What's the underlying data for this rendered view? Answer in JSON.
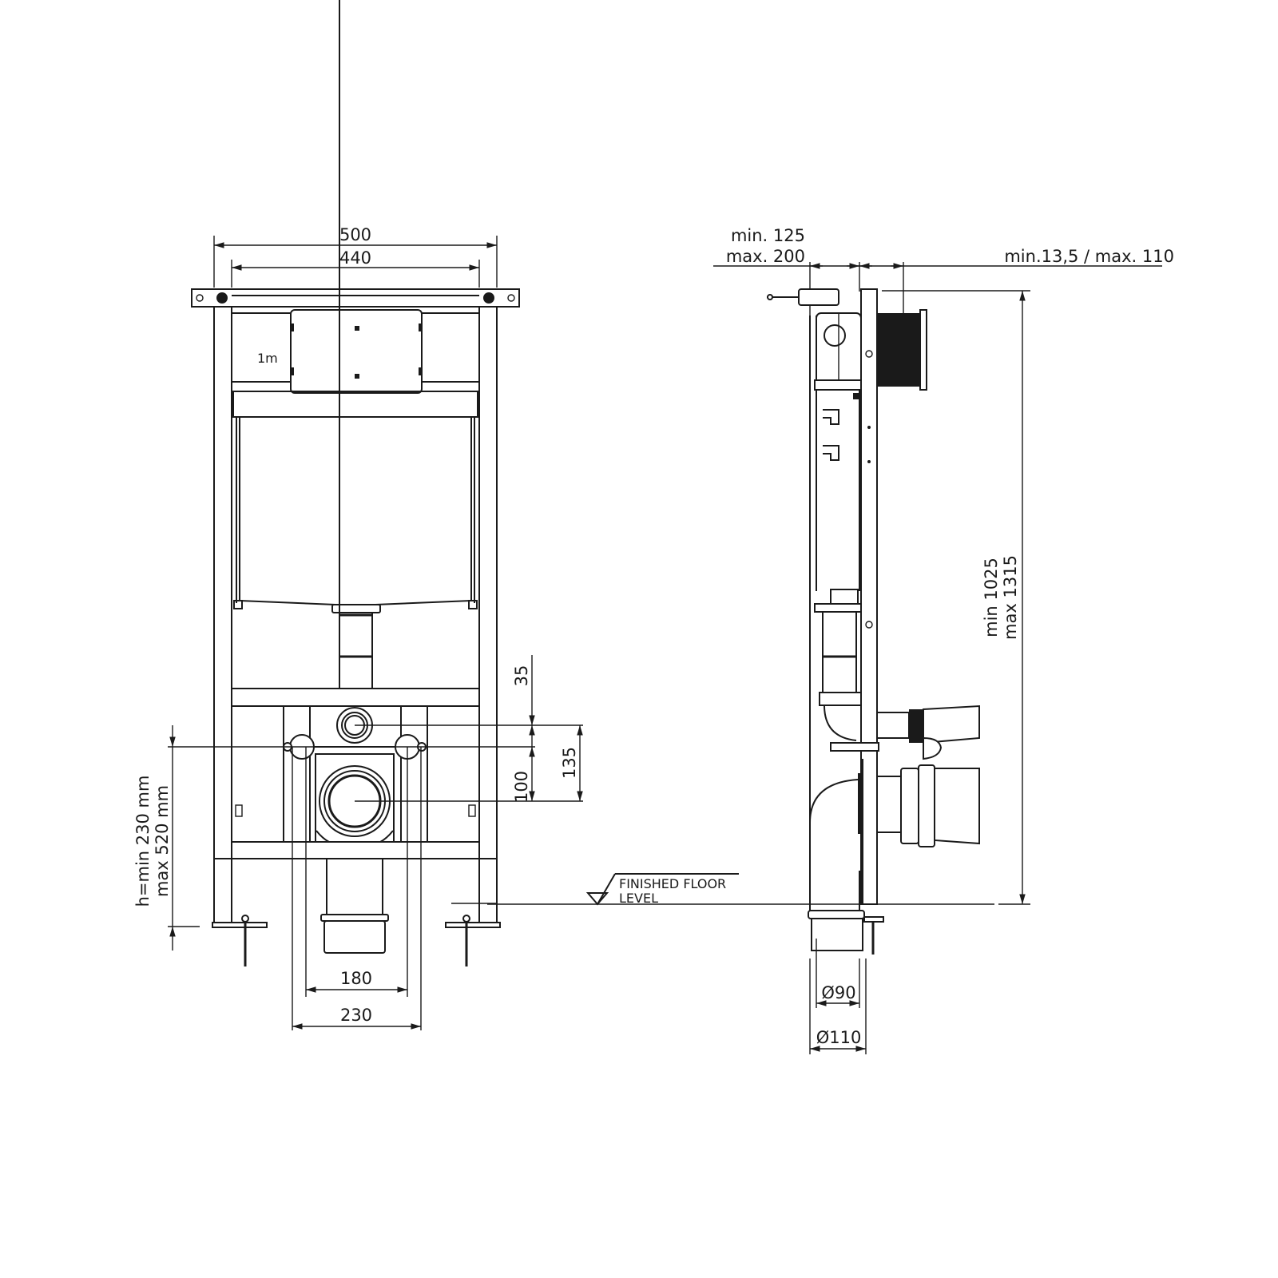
{
  "drawing": {
    "title": "Wall-hung WC installation frame — technical drawing",
    "line_color": "#1a1a1a",
    "background": "#ffffff"
  },
  "front_view": {
    "dimensions": {
      "overall_width": "500",
      "inner_width": "440",
      "flush_pipe_offset": "35",
      "drain_to_fixing": "100",
      "flush_to_drain": "135",
      "fixing_spacing_inner": "180",
      "fixing_spacing_outer": "230",
      "fixing_height_line1": "h=min 230 mm",
      "fixing_height_line2": "max 520 mm"
    }
  },
  "side_view": {
    "dimensions": {
      "depth_line1": "min. 125",
      "depth_line2": "max. 200",
      "wall_offset": "min.13,5 / max. 110",
      "height_line1": "min 1025",
      "height_line2": "max 1315",
      "drain_inner_diameter": "Ø90",
      "drain_outer_diameter": "Ø110"
    },
    "floor_label_line1": "FINISHED FLOOR",
    "floor_label_line2": "LEVEL"
  }
}
